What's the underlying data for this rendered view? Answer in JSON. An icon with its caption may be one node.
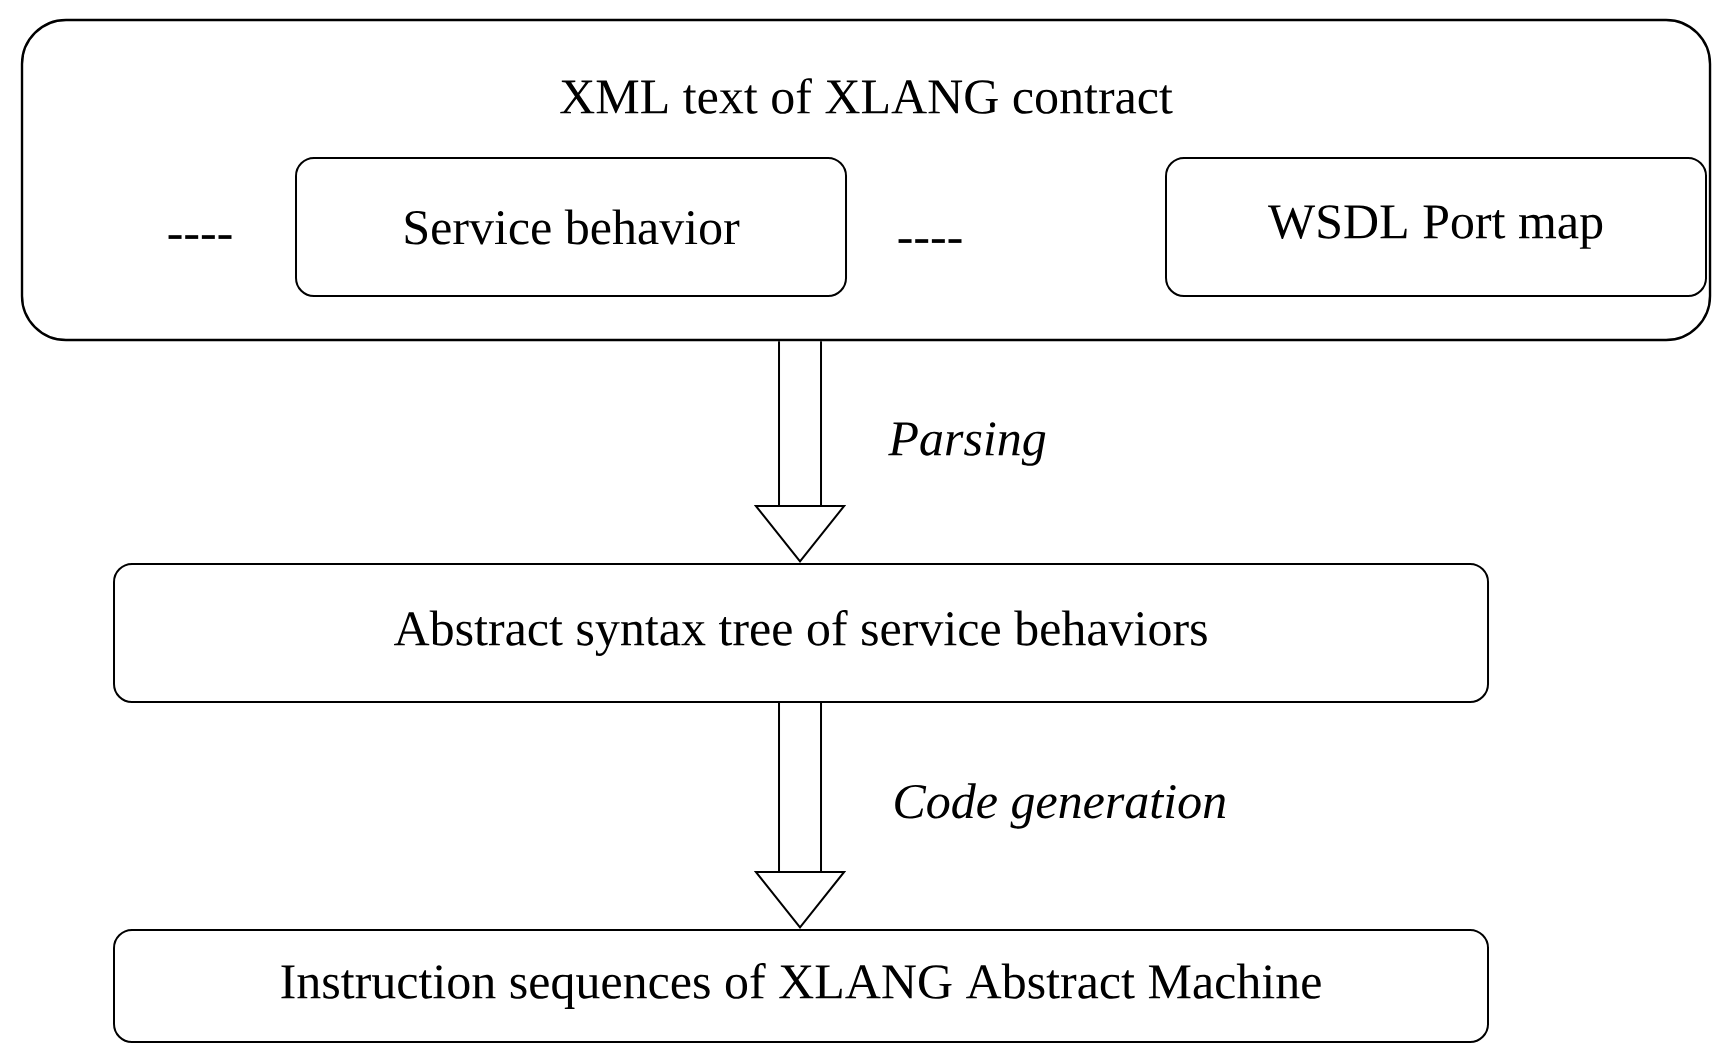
{
  "diagram": {
    "nodes": [
      {
        "text": [
          "XML text of XLANG contract"
        ]
      },
      {
        "text": [
          "Service behavior"
        ],
        "in": 0
      },
      {
        "text": [
          "WSDL Port map"
        ],
        "in": 0
      },
      {
        "text": [
          "Abstract syntax tree of service behaviors"
        ]
      },
      {
        "text": [
          "Instruction sequences of XLANG Abstract Machine"
        ]
      }
    ],
    "edges": [
      {
        "from": 0,
        "to": 3,
        "arrow": "to",
        "label": "Parsing"
      },
      {
        "from": 3,
        "to": 4,
        "arrow": "to",
        "label": "Code generation"
      }
    ],
    "labels": [
      "----",
      "----"
    ]
  }
}
